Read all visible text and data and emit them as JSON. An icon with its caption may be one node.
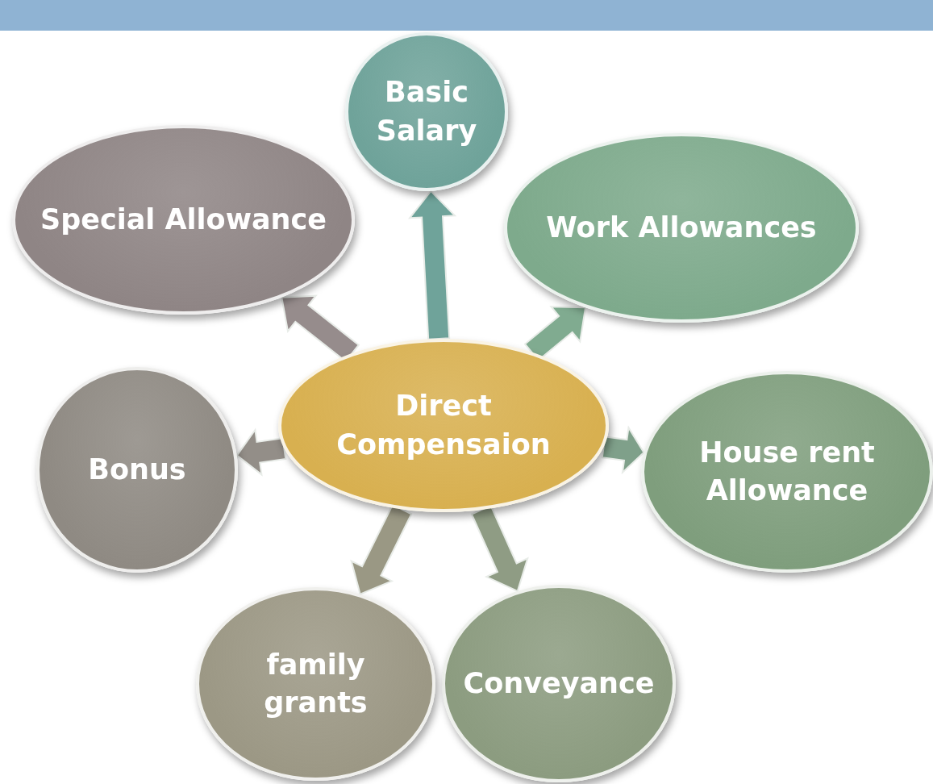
{
  "diagram": {
    "nodes": [
      {
        "text": [
          "Direct Compensaion"
        ]
      },
      {
        "text": [
          "Basic Salary"
        ]
      },
      {
        "text": [
          "Work Allowances"
        ]
      },
      {
        "text": [
          "House rent Allowance"
        ]
      },
      {
        "text": [
          "Conveyance"
        ]
      },
      {
        "text": [
          "family grants"
        ]
      },
      {
        "text": [
          "Bonus"
        ]
      },
      {
        "text": [
          "Special Allowance"
        ]
      }
    ],
    "edges": [
      {
        "from": 0,
        "to": 1,
        "arrow": "to"
      },
      {
        "from": 0,
        "to": 2,
        "arrow": "to"
      },
      {
        "from": 0,
        "to": 3,
        "arrow": "to"
      },
      {
        "from": 0,
        "to": 4,
        "arrow": "to"
      },
      {
        "from": 0,
        "to": 5,
        "arrow": "to"
      },
      {
        "from": 0,
        "to": 6,
        "arrow": "to"
      },
      {
        "from": 0,
        "to": 7,
        "arrow": "to"
      }
    ]
  }
}
